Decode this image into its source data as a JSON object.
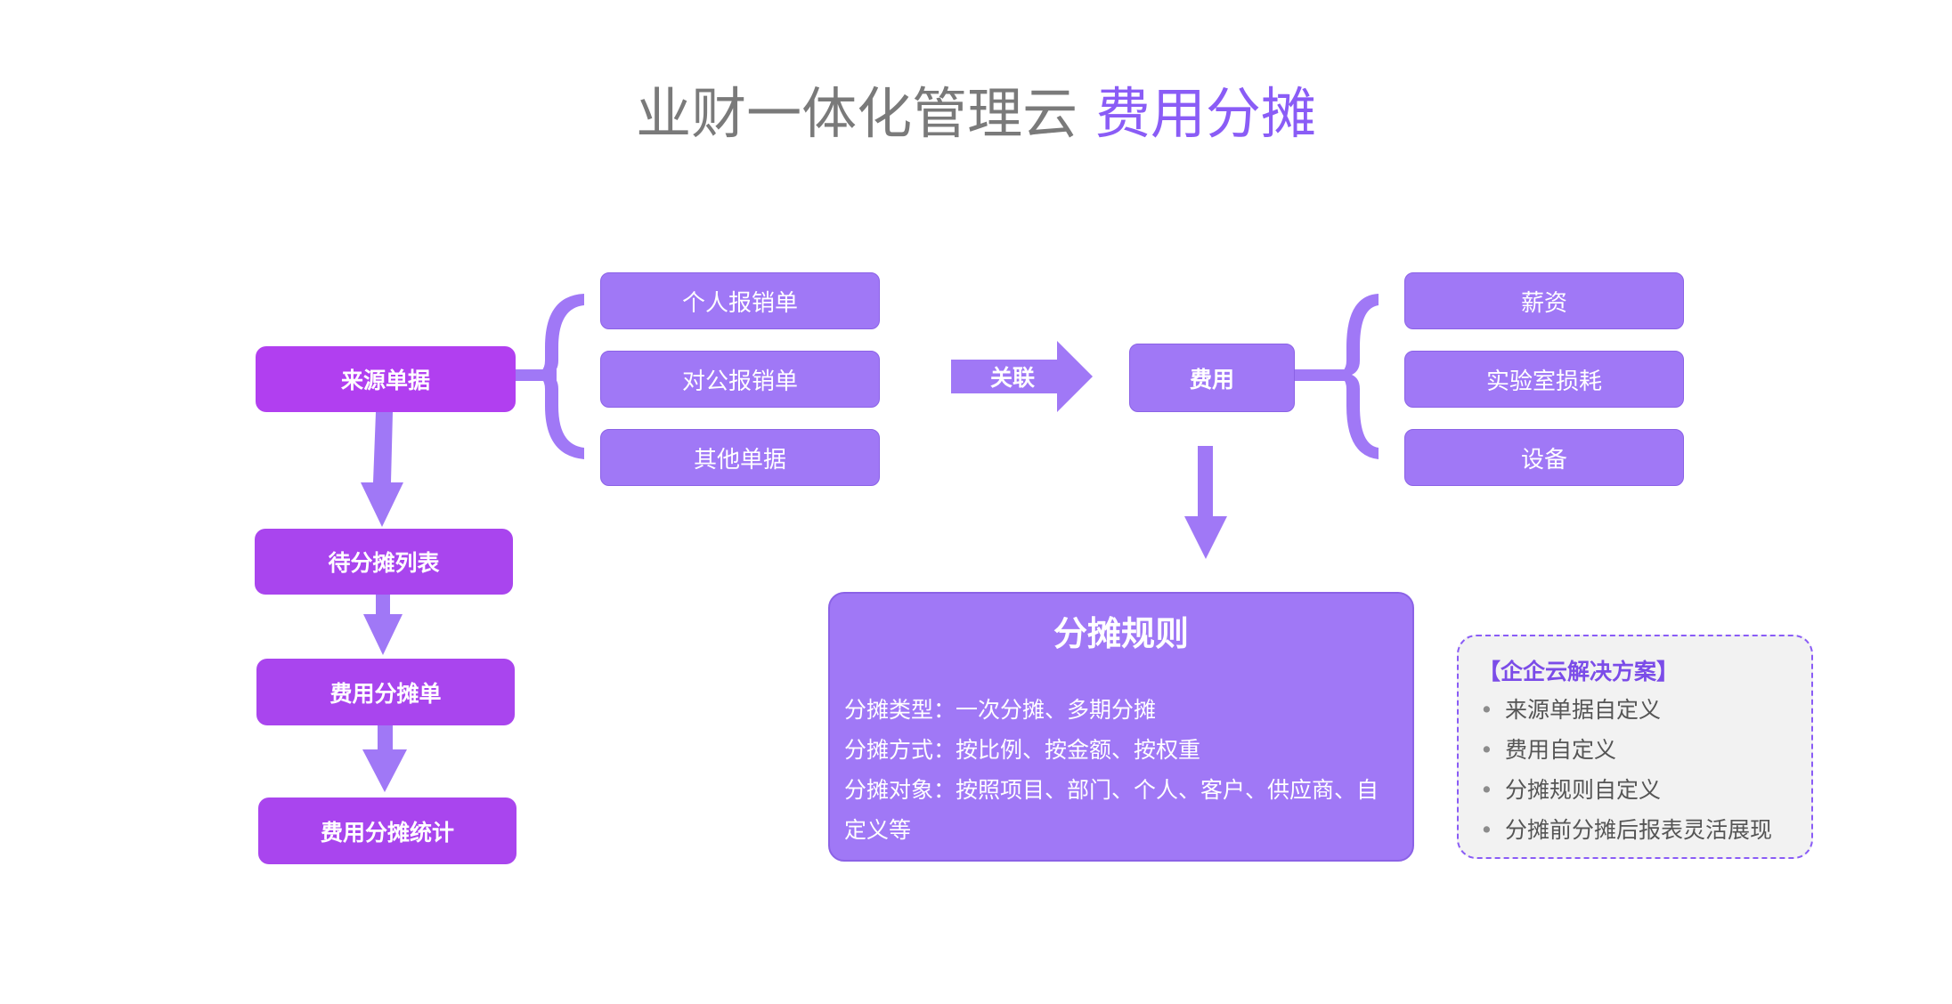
{
  "title": {
    "main": "业财一体化管理云",
    "accent": "费用分摊"
  },
  "left_flow": {
    "source": "来源单据",
    "pending": "待分摊列表",
    "bill": "费用分摊单",
    "stats": "费用分摊统计"
  },
  "source_types": [
    "个人报销单",
    "对公报销单",
    "其他单据"
  ],
  "link_label": "关联",
  "expense": "费用",
  "expense_types": [
    "薪资",
    "实验室损耗",
    "设备"
  ],
  "rule": {
    "title": "分摊规则",
    "lines": [
      "分摊类型：一次分摊、多期分摊",
      "分摊方式：按比例、按金额、按权重",
      "分摊对象：按照项目、部门、个人、客户、供应商、自",
      "定义等"
    ]
  },
  "solution": {
    "title": "【企企云解决方案】",
    "bullet": "•",
    "items": [
      "来源单据自定义",
      "费用自定义",
      "分摊规则自定义",
      "分摊前分摊后报表灵活展现"
    ]
  },
  "colors": {
    "magenta": "#b13ff0",
    "violet": "#a078f6",
    "accent": "#8a5cf6",
    "title_gray": "#7a7a7a"
  }
}
